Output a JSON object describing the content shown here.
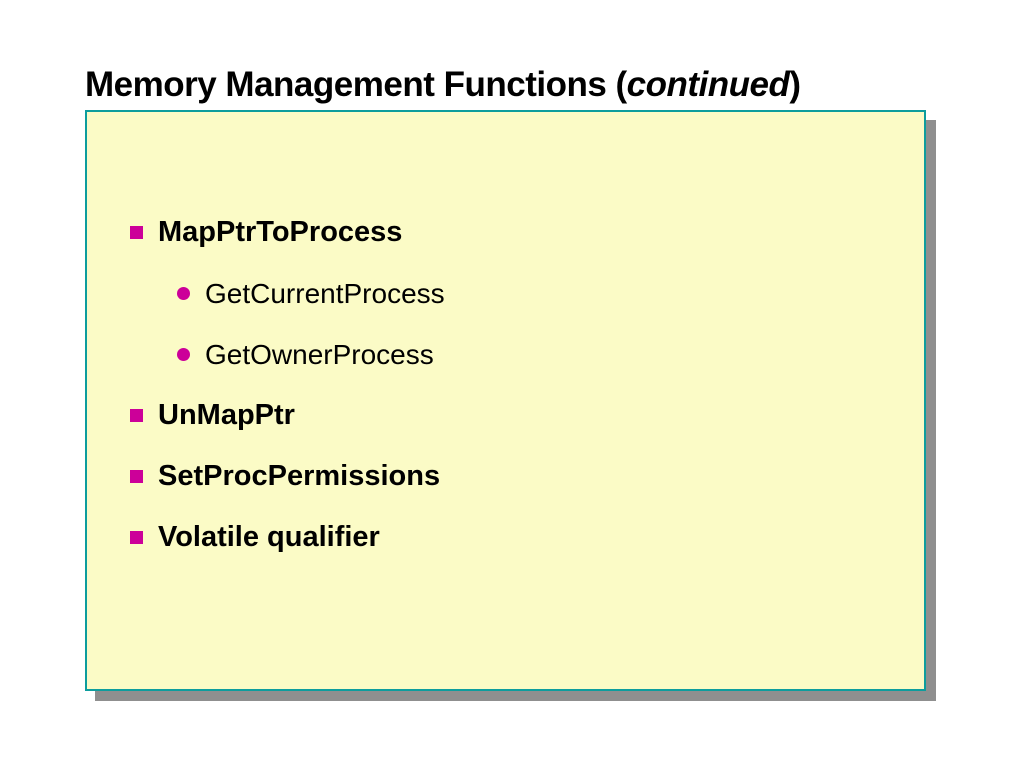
{
  "title": {
    "prefix": "Memory Management Functions (",
    "emphasis": "continued",
    "suffix": ")"
  },
  "colors": {
    "bullet_magenta": "#cc0099",
    "box_fill": "#fbfbc6",
    "box_border_teal": "#0d9d9d",
    "box_shadow_gray": "#8f8f8f",
    "title_text": "#000000",
    "background": "#ffffff"
  },
  "bullets": [
    {
      "level": 1,
      "label": "MapPtrToProcess"
    },
    {
      "level": 2,
      "label": "GetCurrentProcess"
    },
    {
      "level": 2,
      "label": "GetOwnerProcess"
    },
    {
      "level": 1,
      "label": "UnMapPtr"
    },
    {
      "level": 1,
      "label": "SetProcPermissions"
    },
    {
      "level": 1,
      "label": "Volatile qualifier"
    }
  ]
}
